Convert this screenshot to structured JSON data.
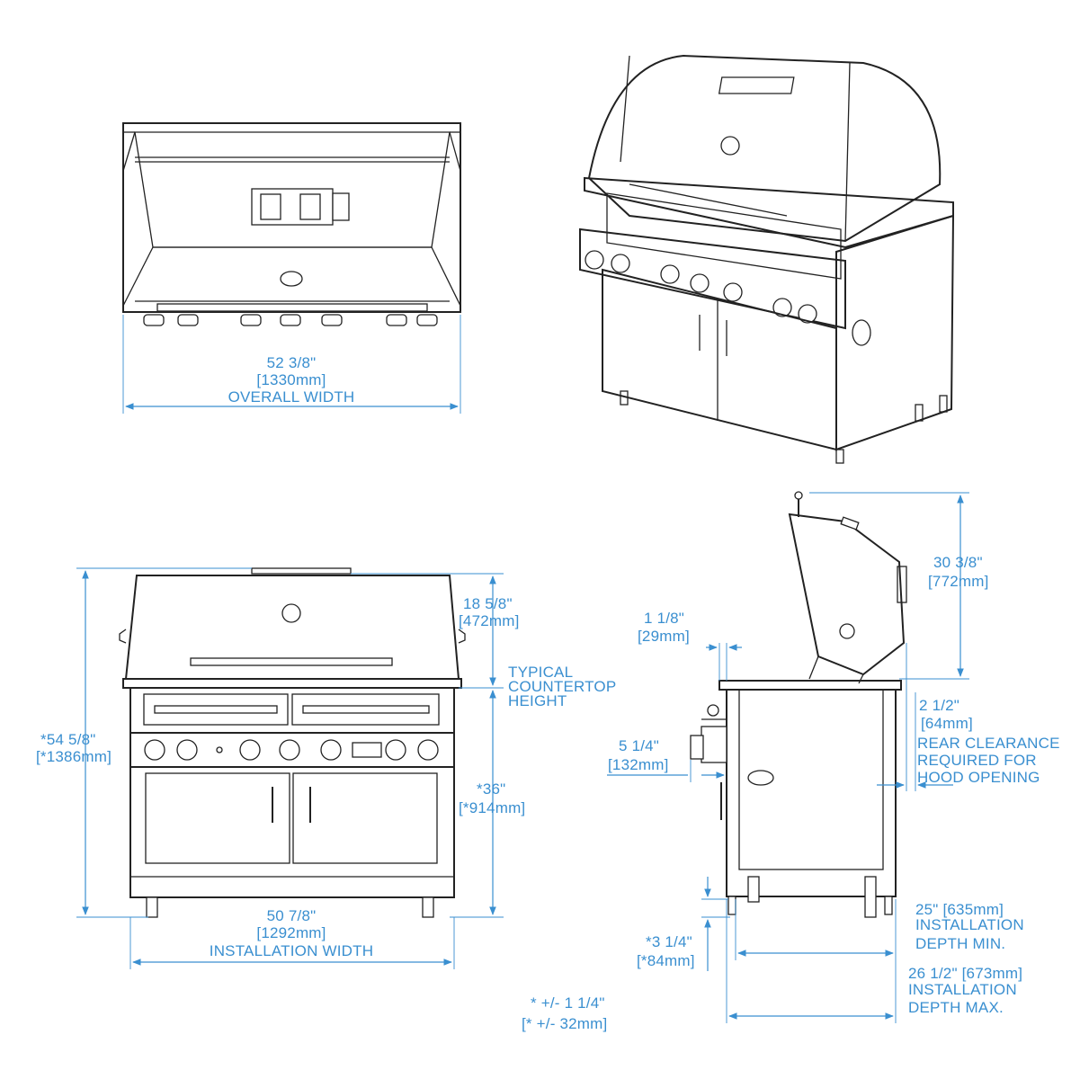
{
  "dimensions": {
    "overall_width": {
      "imperial": "52 3/8\"",
      "metric": "[1330mm]",
      "caption": "OVERALL WIDTH"
    },
    "overall_height": {
      "imperial": "*54 5/8\"",
      "metric": "[*1386mm]"
    },
    "hood_height": {
      "imperial": "18 5/8\"",
      "metric": "[472mm]"
    },
    "countertop": {
      "line1": "TYPICAL",
      "line2": "COUNTERTOP",
      "line3": "HEIGHT"
    },
    "countertop_height": {
      "imperial": "*36\"",
      "metric": "[*914mm]"
    },
    "installation_width": {
      "imperial": "50 7/8\"",
      "metric": "[1292mm]",
      "caption": "INSTALLATION WIDTH"
    },
    "lip": {
      "imperial": "1 1/8\"",
      "metric": "[29mm]"
    },
    "knob_depth": {
      "imperial": "5 1/4\"",
      "metric": "[132mm]"
    },
    "hood_open_height": {
      "imperial": "30 3/8\"",
      "metric": "[772mm]"
    },
    "rear_clearance": {
      "imperial": "2 1/2\"",
      "metric": "[64mm]",
      "line1": "REAR CLEARANCE",
      "line2": "REQUIRED FOR",
      "line3": "HOOD OPENING"
    },
    "base_gap": {
      "imperial": "*3 1/4\"",
      "metric": "[*84mm]"
    },
    "depth_min": {
      "value": "25\" [635mm]",
      "line1": "INSTALLATION",
      "line2": "DEPTH MIN."
    },
    "depth_max": {
      "value": "26 1/2\" [673mm]",
      "line1": "INSTALLATION",
      "line2": "DEPTH MAX."
    }
  },
  "tolerance_note": {
    "line1": "* +/-  1 1/4\"",
    "line2": "[* +/-  32mm]"
  }
}
